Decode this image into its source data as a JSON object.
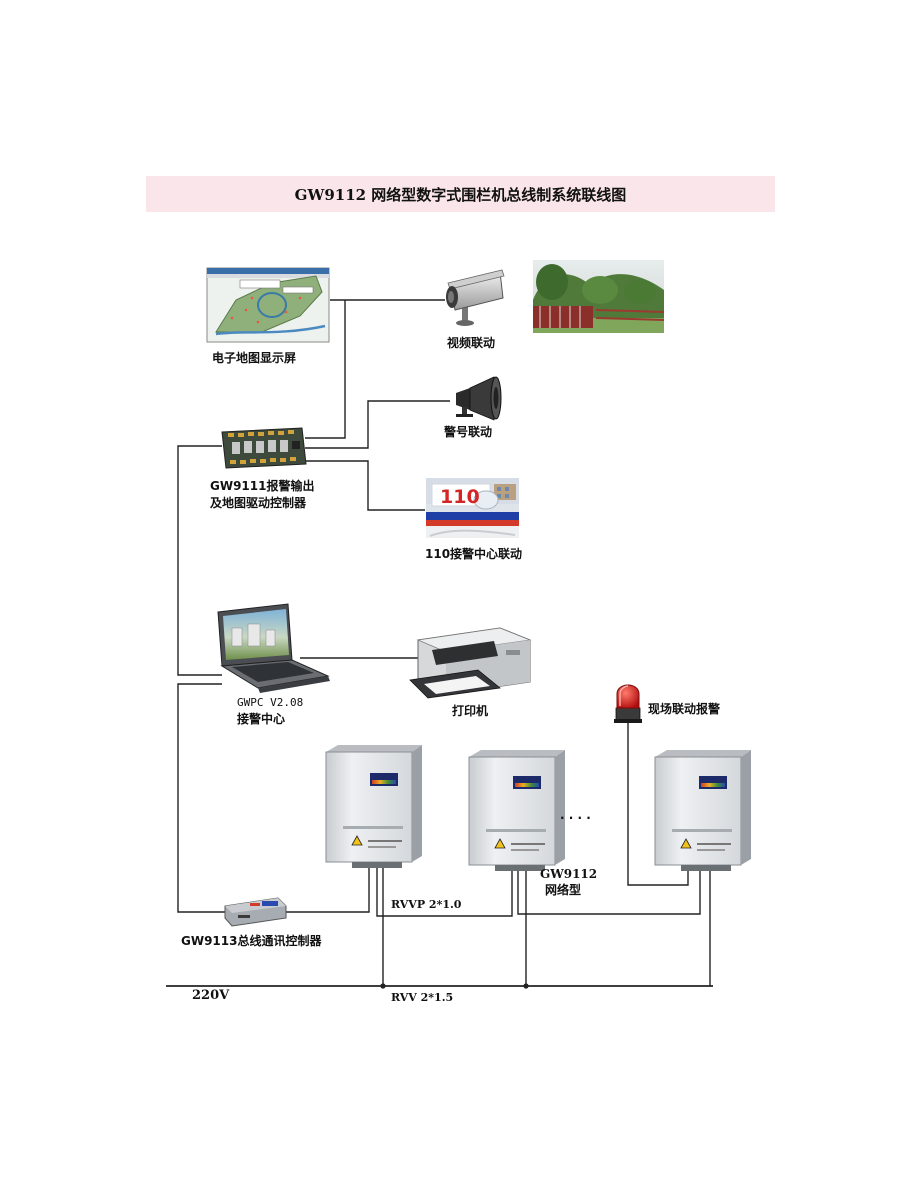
{
  "title": "GW9112   网络型数字式围栏机总线制系统联线图",
  "components": {
    "map_screen": "电子地图显示屏",
    "video": "视频联动",
    "siren": "警号联动",
    "controller": [
      "GW9111报警输出",
      "及地图驱动控制器"
    ],
    "police_sign": "110",
    "police_center": "110接警中心联动",
    "laptop": [
      "GWPC V2.08",
      "接警中心"
    ],
    "printer": "打印机",
    "beacon": "现场联动报警",
    "ellipsis": "· · · ·",
    "fence_host": [
      "GW9112",
      "网络型"
    ],
    "bus_controller": "GW9113总线通讯控制器"
  },
  "cables": {
    "signal": "RVVP 2*1.0",
    "power": "RVV 2*1.5",
    "voltage": "220V"
  },
  "colors": {
    "title_bg": "#fae6ea",
    "wire": "#222222",
    "box_body": "#e6e8ea",
    "beacon_red": "#d8161a",
    "bus_blue": "#2a4ab0"
  }
}
